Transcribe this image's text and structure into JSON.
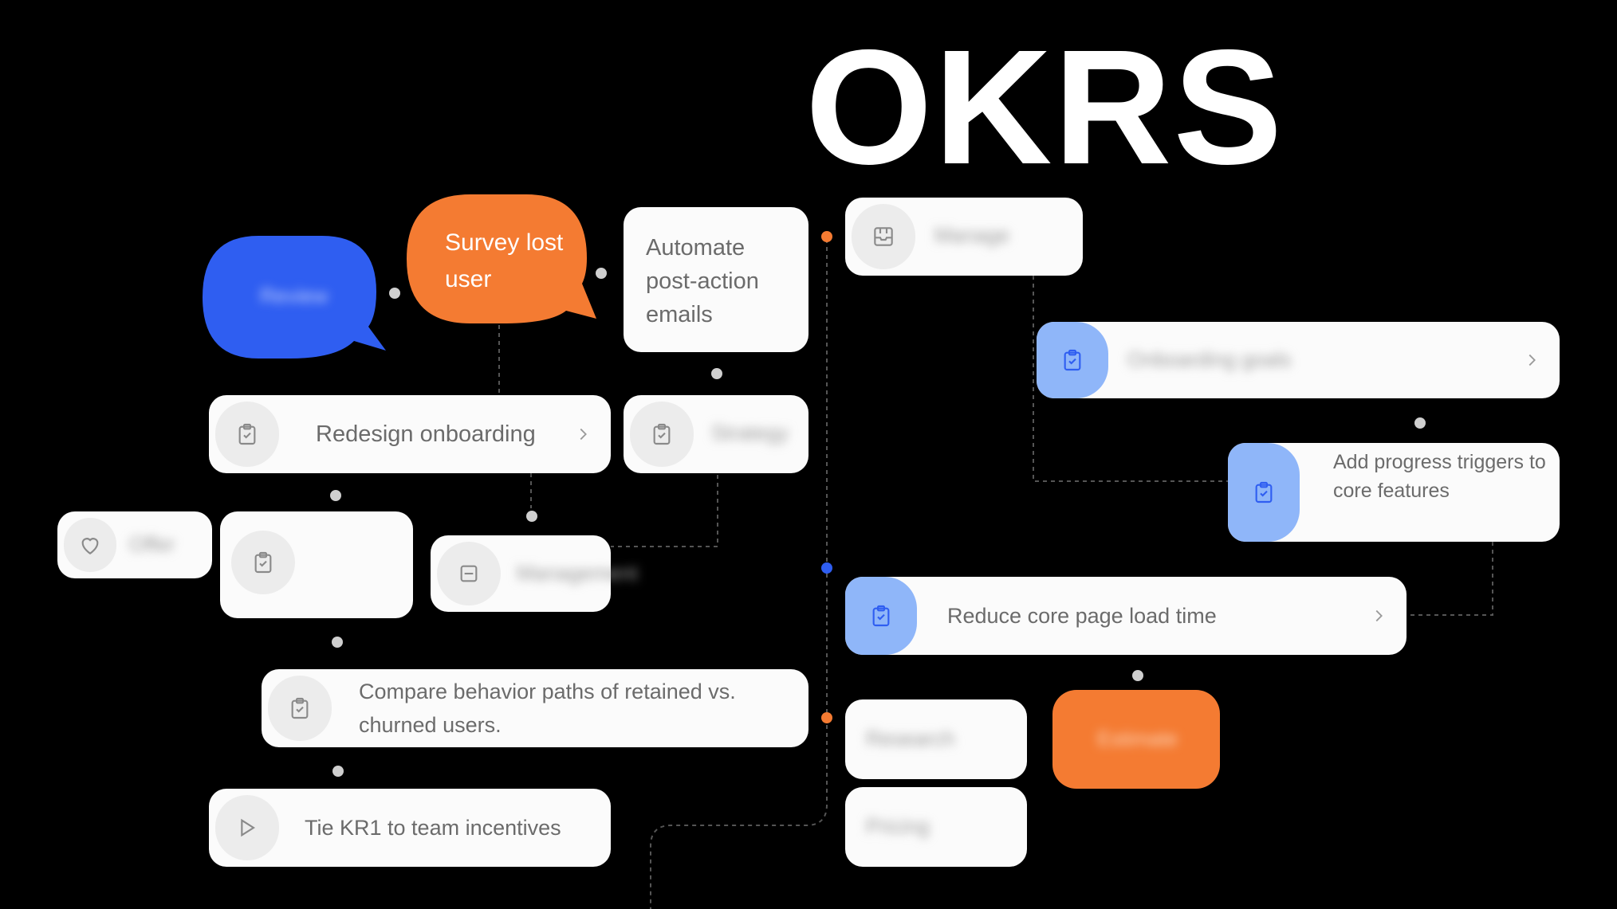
{
  "title": "OKRS",
  "bubbles": {
    "blue_label": "Review",
    "orange_label": "Survey lost user"
  },
  "cards": {
    "automate": "Automate post-action emails",
    "redesign": "Redesign onboarding",
    "strategy": "Strategy",
    "offer": "Offer",
    "manage": "Manage",
    "management": "Management",
    "onboarding": "Onboarding goals",
    "progress": "Add progress triggers to core features",
    "reduce": "Reduce core page load time",
    "compare": "Compare behavior paths of retained vs. churned users.",
    "tie": "Tie KR1 to team incentives",
    "research": "Research",
    "pricing": "Pricing",
    "estimate": "Estimate"
  },
  "icons": {
    "clipboard": "clipboard-check-icon",
    "heart": "heart-icon",
    "play": "play-icon",
    "minus_box": "minus-square-icon",
    "inbox": "inbox-icon",
    "chevron": "chevron-right-icon"
  },
  "colors": {
    "background": "#000000",
    "card": "#fbfbfb",
    "orange": "#f47b32",
    "blue": "#2f5ef1",
    "light_blue": "#8fb6f9",
    "text": "#6b6b6b"
  }
}
